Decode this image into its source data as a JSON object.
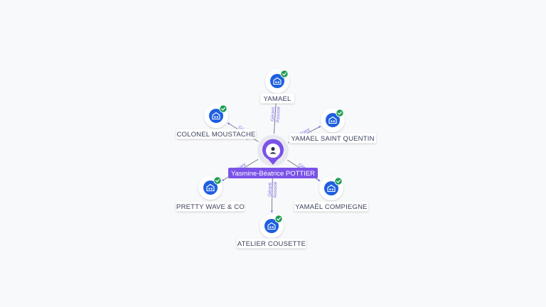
{
  "center": {
    "name": "Yasmine-Béatrice POTTIER"
  },
  "companies": [
    {
      "name": "YAMAEL",
      "role_line1": "Gérant",
      "role_line2": "Associé",
      "verified": true
    },
    {
      "name": "YAMAEL SAINT QUENTIN",
      "role_line1": "Gérant",
      "role_line2": "Associé",
      "verified": true
    },
    {
      "name": "YAMAËL COMPIEGNE",
      "role_line1": "Gérant",
      "role_line2": "Associé",
      "verified": true
    },
    {
      "name": "ATELIER COUSETTE",
      "role_line1": "Gérant",
      "role_line2": "Associé",
      "verified": true
    },
    {
      "name": "PRETTY WAVE & CO",
      "role_line1": "Gérant",
      "role_line2": "Associé",
      "verified": true
    },
    {
      "name": "COLONEL MOUSTACHE",
      "role_line1": "Gérant",
      "role_line2": "Associé",
      "verified": true
    }
  ],
  "colors": {
    "accent": "#7b52e8",
    "company_icon": "#1f5fe0",
    "verified": "#1f9d55",
    "edge": "#5a5f7a",
    "edge_label": "#7a6cf0"
  },
  "icons": {
    "person": "person-icon",
    "company": "building-icon",
    "verified": "check-icon"
  }
}
